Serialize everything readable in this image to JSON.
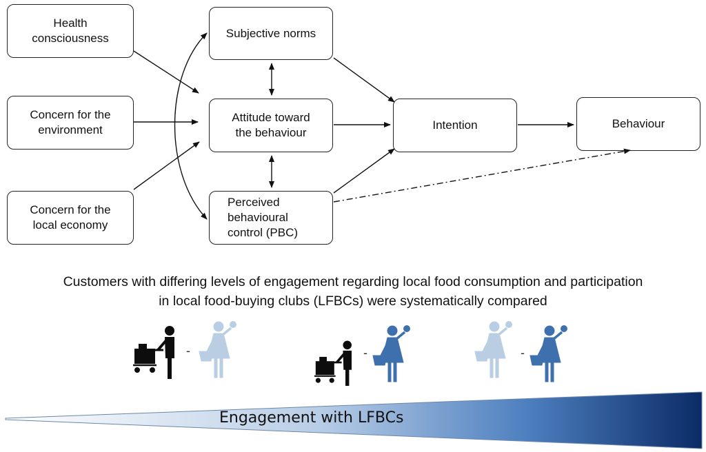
{
  "diagram": {
    "boxes": {
      "health": "Health\nconsciousness",
      "environment": "Concern for the\nenvironment",
      "economy": "Concern for the\nlocal economy",
      "subjective_norms": "Subjective norms",
      "attitude": "Attitude toward\nthe behaviour",
      "pbc": "Perceived\nbehavioural\ncontrol (PBC)",
      "intention": "Intention",
      "behaviour": "Behaviour"
    }
  },
  "caption": {
    "line1": "Customers with differing levels of engagement regarding local food consumption and participation",
    "line2": "in local food-buying clubs (LFBCs) were systematically compared"
  },
  "comparison_pairs": [
    {
      "left": "shopper-with-cart-icon",
      "right": "light-blue-person-with-basket-icon",
      "separator": "-"
    },
    {
      "left": "shopper-with-cart-icon",
      "right": "medium-blue-person-with-basket-icon",
      "separator": "-"
    },
    {
      "left": "light-blue-person-with-basket-icon",
      "right": "medium-blue-person-with-basket-icon",
      "separator": "-"
    }
  ],
  "engagement_bar": {
    "label": "Engagement with LFBCs",
    "color_start": "#ffffff",
    "color_end": "#0b2b66"
  },
  "colors": {
    "light_person": "#b9cde3",
    "medium_person": "#3f70ae",
    "dark_person": "#0d0d0d"
  }
}
